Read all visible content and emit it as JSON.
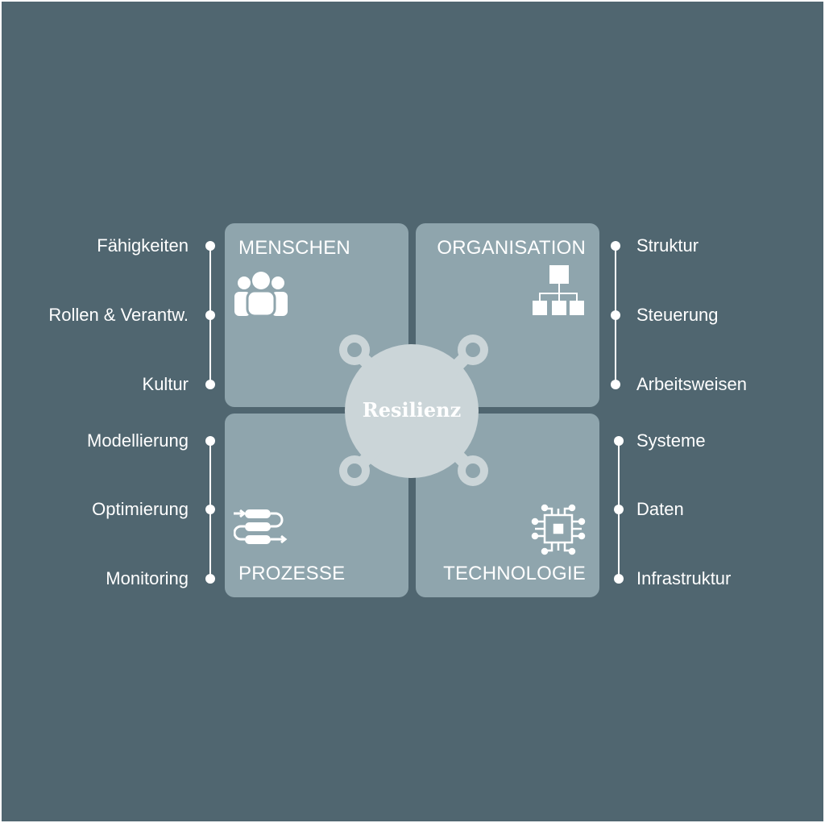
{
  "center": {
    "label": "Resilienz"
  },
  "quadrants": [
    {
      "title": "MENSCHEN",
      "icon": "people-group-icon"
    },
    {
      "title": "ORGANISATION",
      "icon": "org-chart-icon"
    },
    {
      "title": "PROZESSE",
      "icon": "process-flow-icon"
    },
    {
      "title": "TECHNOLOGIE",
      "icon": "chip-icon"
    }
  ],
  "left_top": [
    "Fähigkeiten",
    "Rollen & Verantw.",
    "Kultur"
  ],
  "left_bottom": [
    "Modellierung",
    "Optimierung",
    "Monitoring"
  ],
  "right_top": [
    "Struktur",
    "Steuerung",
    "Arbeitsweisen"
  ],
  "right_bottom": [
    "Systeme",
    "Daten",
    "Infrastruktur"
  ],
  "colors": {
    "background": "#506670",
    "box": "#8fa5ad",
    "center": "#cbd5d8",
    "text": "#ffffff"
  }
}
